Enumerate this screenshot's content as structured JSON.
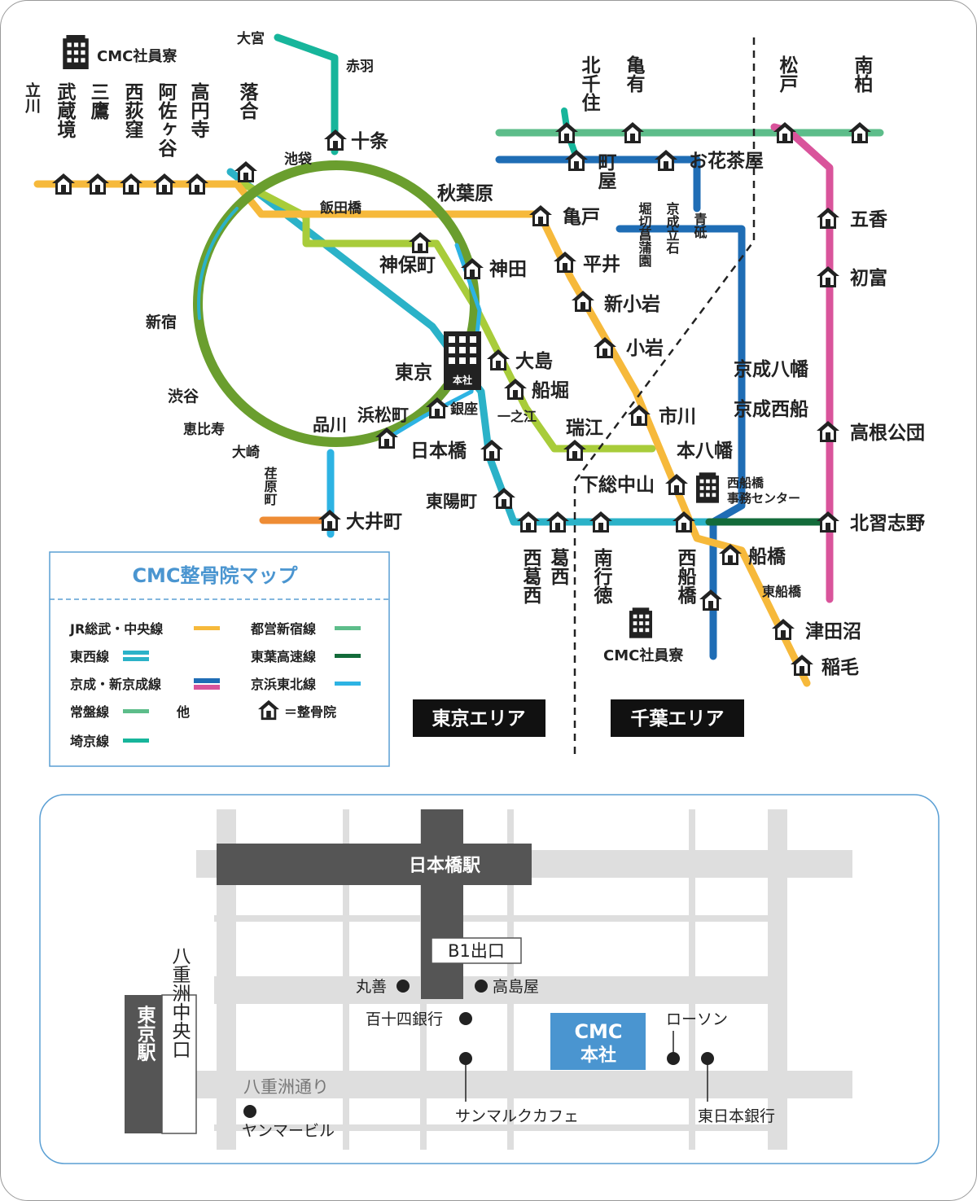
{
  "colors": {
    "jr_sobu_chuo": "#F6B93B",
    "tozai": "#2BB2C8",
    "keisei": "#1F6DB5",
    "keisei_pink": "#D9549B",
    "joban": "#5DBD8A",
    "saikyo": "#17B59B",
    "toei_shinjuku": "#5DBD8A",
    "toyo": "#136B3A",
    "keihin_tohoku": "#2DB3E3",
    "yamanote": "#6A9E2E",
    "sobu_green": "#A8CC3A",
    "oimachi": "#EE8C35",
    "hq_blue": "#4A95D0",
    "frame_border": "#9A9A9A",
    "map_border": "#5A9FD4"
  },
  "icons": {
    "clinic": "house-icon",
    "dormitory": "building-icon",
    "headquarters": "office-building-icon"
  },
  "dorm_top_label": "CMC社員寮",
  "dorm_bottom_label": "CMC社員寮",
  "hq_label": "本社",
  "nishifunabashi_center": [
    "西船橋",
    "事務センター"
  ],
  "area_tokyo": "東京エリア",
  "area_chiba": "千葉エリア",
  "stations": {
    "tachikawa": "立川",
    "musashisakai": "武蔵境",
    "mitaka": "三鷹",
    "nishiogikubo": "西荻窪",
    "asagaya": "阿佐ヶ谷",
    "koenji": "高円寺",
    "ochiai": "落合",
    "omiya": "大宮",
    "akabane": "赤羽",
    "jujo": "十条",
    "ikebukuro": "池袋",
    "iidabashi": "飯田橋",
    "akihabara": "秋葉原",
    "jimbocho": "神保町",
    "kanda": "神田",
    "shinjuku": "新宿",
    "shibuya": "渋谷",
    "ebisu": "恵比寿",
    "osaki": "大崎",
    "ebaramachi": "荏原町",
    "shinagawa": "品川",
    "hamamatsucho": "浜松町",
    "tokyo": "東京",
    "ginza": "銀座",
    "nihombashi": "日本橋",
    "toyocho": "東陽町",
    "oimachi": "大井町",
    "ojima": "大島",
    "funabori": "船堀",
    "ichinoe": "一之江",
    "mizue": "瑞江",
    "kitasenju": "北千住",
    "kameari": "亀有",
    "machiya": "町屋",
    "ohanajaya": "お花茶屋",
    "kameido": "亀戸",
    "hirai": "平井",
    "shinkoiwa": "新小岩",
    "koiwa": "小岩",
    "ichikawa": "市川",
    "motoyawata": "本八幡",
    "shimosanakayama": "下総中山",
    "horikiri": "堀切菖蒲園",
    "keiseitateishi": "京成立石",
    "aoto": "青砥",
    "matsudo": "松戸",
    "minamikashiwa": "南柏",
    "goko": "五香",
    "hatsutomi": "初富",
    "keiseiyawata": "京成八幡",
    "keiseinishifuna": "京成西船",
    "takanedaikoudan": "高根公団",
    "kitanarashino": "北習志野",
    "nishikasai": "西葛西",
    "kasai": "葛西",
    "minamigyotoku": "南行徳",
    "nishifunabashi": "西船橋",
    "funabashi": "船橋",
    "higashifunabashi": "東船橋",
    "tsudanuma": "津田沼",
    "inage": "稲毛"
  },
  "legend": {
    "title": "CMC整骨院マップ",
    "items": [
      {
        "label": "JR総武・中央線",
        "color": "#F6B93B"
      },
      {
        "label": "都営新宿線",
        "color": "#5DBD8A"
      },
      {
        "label": "東西線",
        "color": "#2BB2C8"
      },
      {
        "label": "東葉高速線",
        "color": "#136B3A"
      },
      {
        "label": "京成・新京成線",
        "color": "#1F6DB5"
      },
      {
        "label": "京浜東北線",
        "color": "#2DB3E3"
      },
      {
        "label": "常盤線",
        "color": "#5DBD8A"
      },
      {
        "label": "埼京線",
        "color": "#17B59B"
      }
    ],
    "other": "他",
    "clinic_note": "＝整骨院"
  },
  "access_map": {
    "nihombashi_station": "日本橋駅",
    "exit_b1": "B1出口",
    "tokyo_station": "東京駅",
    "yaesu_central": "八重洲中央口",
    "yaesu_dori": "八重洲通り",
    "maruzen": "丸善",
    "takashimaya": "高島屋",
    "hyakujushi": "百十四銀行",
    "lawson": "ローソン",
    "cmc_hq": [
      "CMC",
      "本社"
    ],
    "sanmarc": "サンマルクカフェ",
    "higashinihon": "東日本銀行",
    "yanmar": "ヤンマービル"
  }
}
